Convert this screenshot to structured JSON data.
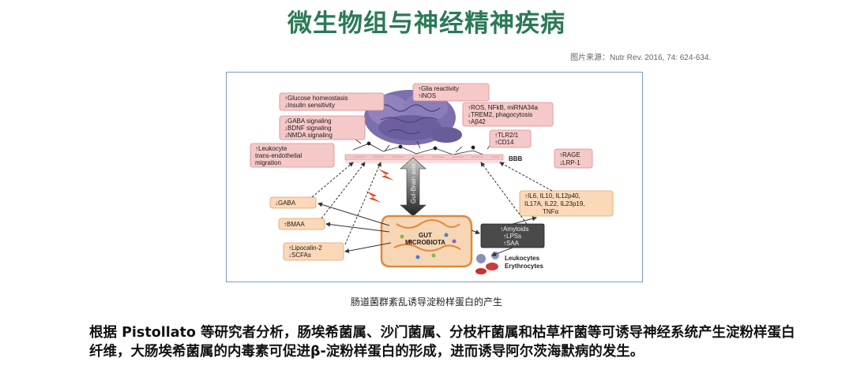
{
  "page": {
    "title": "微生物组与神经精神疾病",
    "source": "图片来源：Nutr Rev. 2016, 74: 624-634.",
    "caption": "肠道菌群紊乱诱导淀粉样蛋白的产生",
    "body": "根据 Pistollato 等研究者分析，肠埃希菌属、沙门菌属、分枝杆菌属和枯草杆菌等可诱导神经系统产生淀粉样蛋白纤维，大肠埃希菌属的内毒素可促进β-淀粉样蛋白的形成，进而诱导阿尔茨海默病的发生。"
  },
  "colors": {
    "title": "#2a7a56",
    "brain_box_fill": "#f6c9c9",
    "brain_box_stroke": "#d88c8c",
    "gut_box_fill": "#fbd9b8",
    "gut_box_stroke": "#e0a06a",
    "microbe_box_fill": "#4a4a4a"
  },
  "figure": {
    "brain_boxes": [
      {
        "lines": [
          "↑Glucose homeostasis",
          "↓Insulin sensitivity"
        ]
      },
      {
        "lines": [
          "↓GABA signaling",
          "↓BDNF signaling",
          "↓NMDA signaling"
        ]
      },
      {
        "lines": [
          "↑Leukocyte",
          "trans-endothelial",
          "migration"
        ]
      },
      {
        "lines": [
          "↑Glia reactivity",
          "↑iNOS"
        ]
      },
      {
        "lines": [
          "↑ROS, NFkB, miRNA34a",
          "↓TREM2, phagocytosis",
          "↑Aβ42"
        ]
      },
      {
        "lines": [
          "↑TLR2/1",
          "↑CD14"
        ]
      },
      {
        "lines": [
          "↑RAGE",
          "↓LRP-1"
        ]
      }
    ],
    "gut_boxes": [
      {
        "lines": [
          "↓GABA"
        ]
      },
      {
        "lines": [
          "↑BMAA"
        ]
      },
      {
        "lines": [
          "↑Lipocalin-2",
          "↓SCFAs"
        ]
      },
      {
        "lines": [
          "↑IL6, IL10, IL12p40,",
          "IL17A, IL22, IL23p19,",
          "TNFα"
        ]
      }
    ],
    "microbe_box": {
      "lines": [
        "↑Amyloids",
        "↑LPSs",
        "↑SAA"
      ]
    },
    "bbb_label": "BBB",
    "axis_label": "Gut-Brain axis",
    "gut_label_1": "GUT",
    "gut_label_2": "MICROBIOTA",
    "blood_labels": [
      "Leukocytes",
      "Erythrocytes"
    ]
  }
}
